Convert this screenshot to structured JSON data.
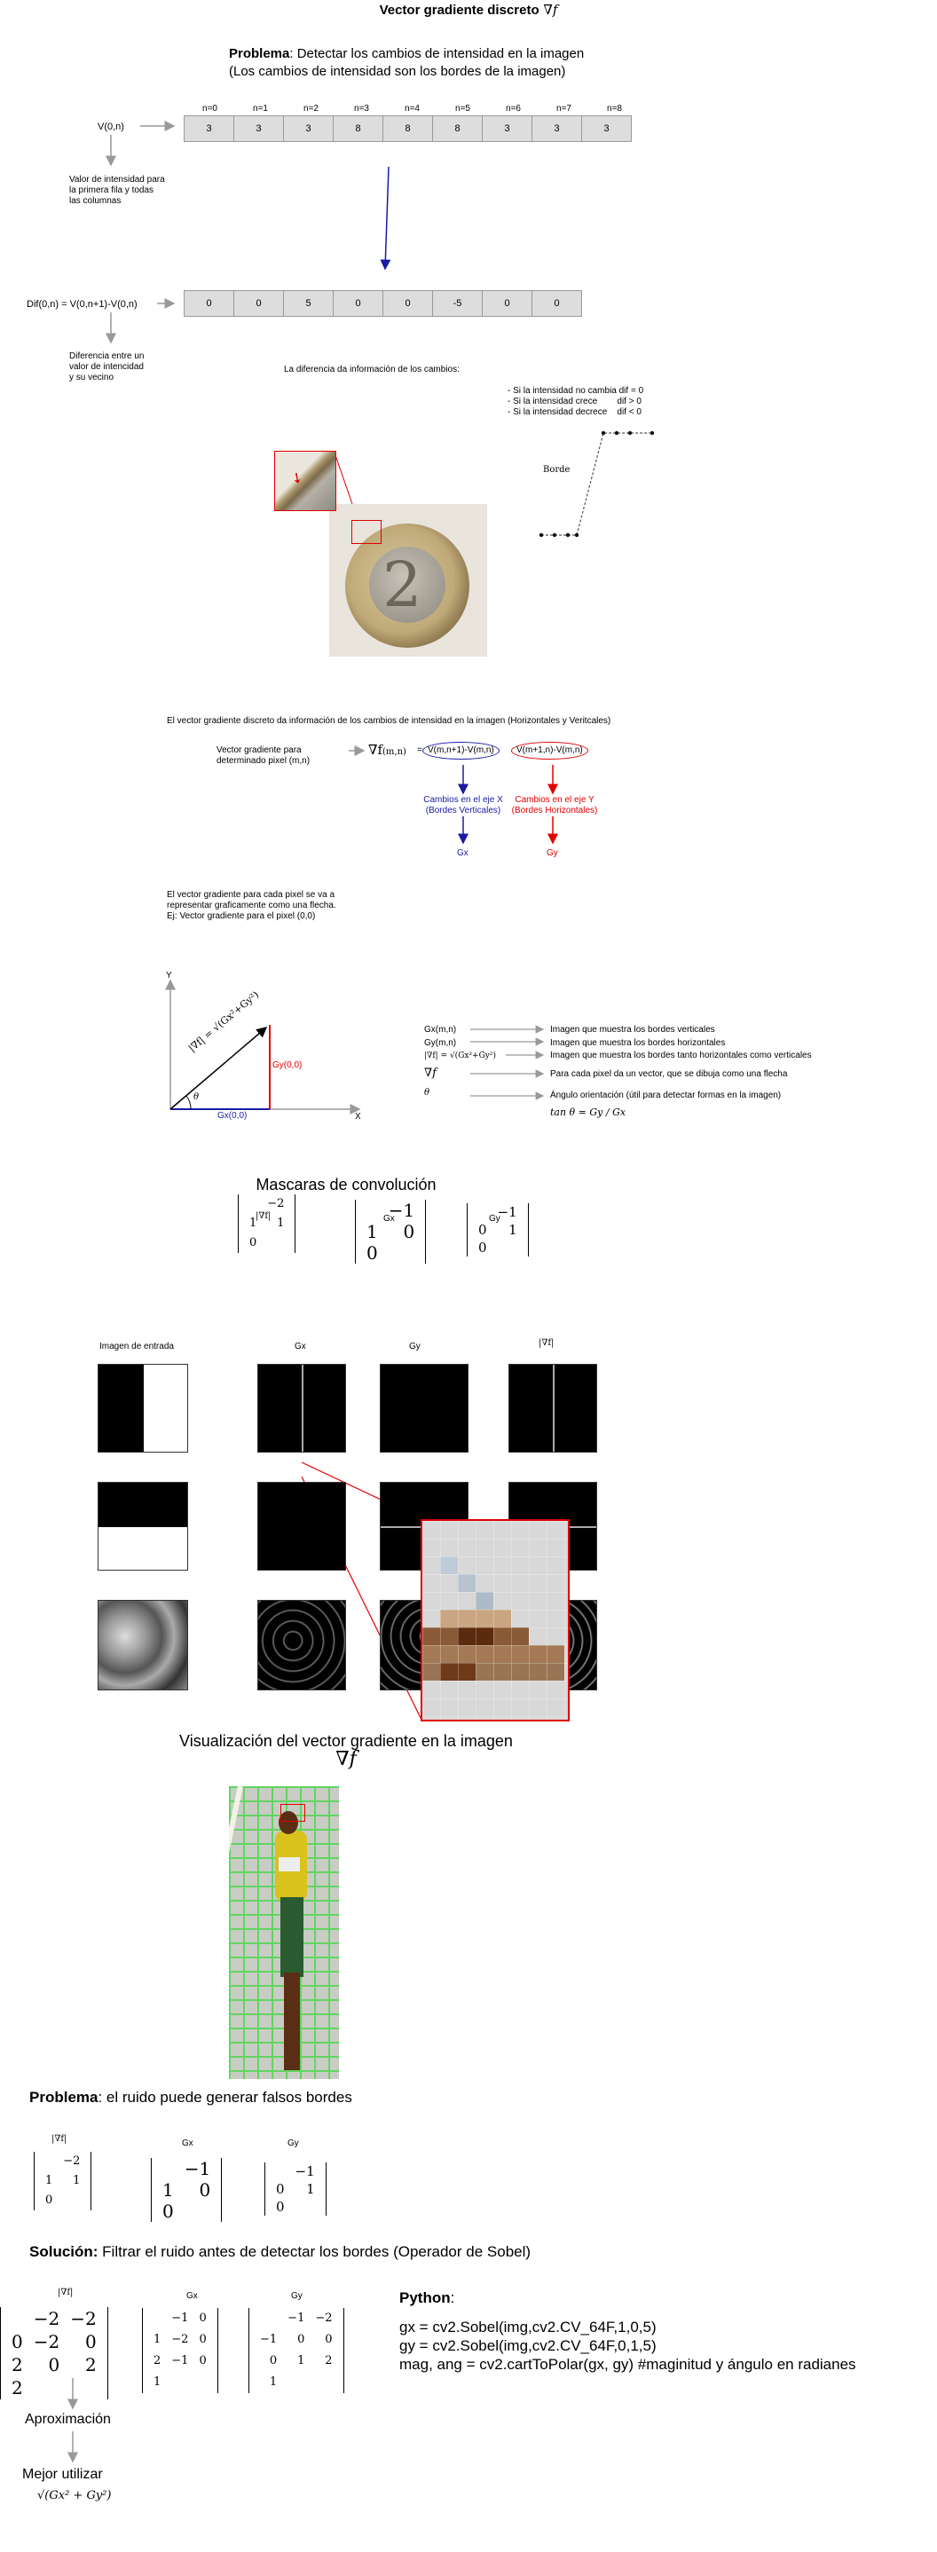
{
  "title": "Vector gradiente discreto",
  "problem1": {
    "bold": "Problema",
    "rest": ": Detectar los cambios de intensidad en la imagen",
    "line2": "(Los cambios de intensidad son los bordes de la imagen)"
  },
  "v_label": "V(0,n)",
  "v_headers": [
    "n=0",
    "n=1",
    "n=2",
    "n=3",
    "n=4",
    "n=5",
    "n=6",
    "n=7",
    "n=8"
  ],
  "v_values": [
    "3",
    "3",
    "3",
    "8",
    "8",
    "8",
    "3",
    "3",
    "3"
  ],
  "v_note": [
    "Valor de intensidad para",
    "la primera fila y todas",
    "las columnas"
  ],
  "dif_label": "Dif(0,n) =  V(0,n+1)-V(0,n)",
  "dif_values": [
    "0",
    "0",
    "5",
    "0",
    "0",
    "-5",
    "0",
    "0"
  ],
  "dif_note": [
    "Diferencia entre un",
    "valor de intencidad",
    "y su vecino"
  ],
  "diff_info": "La diferencia da información de los cambios:",
  "diff_rules": [
    "- Si la intensidad no cambia dif = 0",
    "- Si la intensidad crece        dif > 0",
    "- Si la intensidad decrece    dif < 0"
  ],
  "borde": "Borde",
  "grad_info": "El vector gradiente discreto da información de los cambios de intensidad en la imagen (Horizontales y Veritcales)",
  "grad_pixel": [
    "Vector gradiente para",
    "determinado pixel (m,n)"
  ],
  "grad_formula_lhs": "∇f(m,n)",
  "grad_formula_x": "V(m,n+1)-V(m,n)",
  "grad_formula_y": "V(m+1,n)-V(m,n)",
  "changes_x": [
    "Cambios en el eje X",
    "(Bordes Verticales)"
  ],
  "changes_y": [
    "Cambios en el eje Y",
    "(Bordes Horizontales)"
  ],
  "gx": "Gx",
  "gy": "Gy",
  "arrow_note": [
    "El vector gradiente para cada pixel se va a",
    "representar graficamente como una flecha.",
    "Ej: Vector gradiente para el pixel (0,0)"
  ],
  "axis_y": "Y",
  "axis_x": "X",
  "gx00": "Gx(0,0)",
  "gy00": "Gy(0,0)",
  "theta": "θ",
  "legend": [
    {
      "k": "Gx(m,n)",
      "v": "Imagen que muestra los bordes verticales"
    },
    {
      "k": "Gy(m,n)",
      "v": "Imagen que muestra los bordes horizontales"
    },
    {
      "k": "|∇f| = √(Gx²+Gy²)",
      "v": "Imagen que muestra los bordes tanto horizontales como verticales"
    },
    {
      "k": "∇f",
      "v": "Para cada pixel da un vector, que se dibuja como una flecha"
    },
    {
      "k": "θ",
      "v": "Ángulo orientación (útil para detectar formas en la imagen)"
    }
  ],
  "tan_formula": "tan θ = Gy / Gx",
  "masks_title": "Mascaras de convolución",
  "mask_labels": [
    "|∇f|",
    "Gx",
    "Gy"
  ],
  "mask_nabla": [
    [
      "−2",
      "1"
    ],
    [
      "1",
      "0"
    ]
  ],
  "mask_gx": [
    [
      "−1",
      "1"
    ],
    [
      "0",
      "0"
    ]
  ],
  "mask_gy": [
    [
      "−1",
      "0"
    ],
    [
      "1",
      "0"
    ]
  ],
  "img_labels": [
    "Imagen de entrada",
    "Gx",
    "Gy",
    "|∇f|"
  ],
  "viz_title": "Visualización del vector gradiente en la imagen",
  "viz_sub": "∇f",
  "problem2": {
    "bold": "Problema",
    "rest": ": el ruido puede generar falsos bordes"
  },
  "solution": {
    "bold": "Solución:",
    "rest": " Filtrar el ruido antes de detectar los bordes (Operador de Sobel)"
  },
  "sobel_nabla": [
    [
      "−2",
      "−2",
      "0"
    ],
    [
      "−2",
      "0",
      "2"
    ],
    [
      "0",
      "2",
      "2"
    ]
  ],
  "sobel_gx": [
    [
      "−1",
      "0",
      "1"
    ],
    [
      "−2",
      "0",
      "2"
    ],
    [
      "−1",
      "0",
      "1"
    ]
  ],
  "sobel_gy": [
    [
      "−1",
      "−2",
      "−1"
    ],
    [
      "0",
      "0",
      "0"
    ],
    [
      "1",
      "2",
      "1"
    ]
  ],
  "python_title": "Python",
  "python_lines": [
    "gx = cv2.Sobel(img,cv2.CV_64F,1,0,5)",
    "gy = cv2.Sobel(img,cv2.CV_64F,0,1,5)",
    "mag, ang = cv2.cartToPolar(gx, gy) #maginitud y ángulo en radianes"
  ],
  "aprox": "Aproximación",
  "mejor": "Mejor utilizar",
  "mejor_formula": "√(Gx² + Gy²)",
  "colors": {
    "blue": "#1a1aa6",
    "red": "#e00000",
    "green": "#5cd65c"
  }
}
